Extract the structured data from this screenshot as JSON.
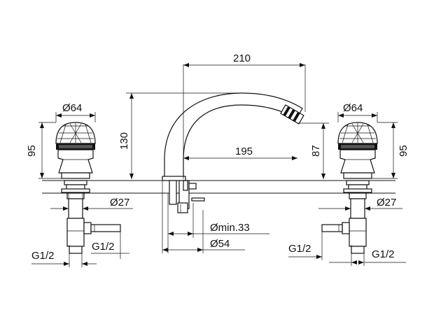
{
  "dimensions": {
    "spout_reach": "210",
    "spout_height": "130",
    "inner_reach": "195",
    "outlet_height": "87",
    "left_handle_diameter": "Ø64",
    "right_handle_diameter": "Ø64",
    "left_handle_height": "95",
    "right_handle_height": "95",
    "left_shank_diameter": "Ø27",
    "right_shank_diameter": "Ø27",
    "hole_min_diameter": "Ømin.33",
    "base_diameter": "Ø54",
    "left_outer_thread": "G1/2",
    "left_inner_thread": "G1/2",
    "right_inner_thread": "G1/2",
    "right_outer_thread": "G1/2"
  }
}
